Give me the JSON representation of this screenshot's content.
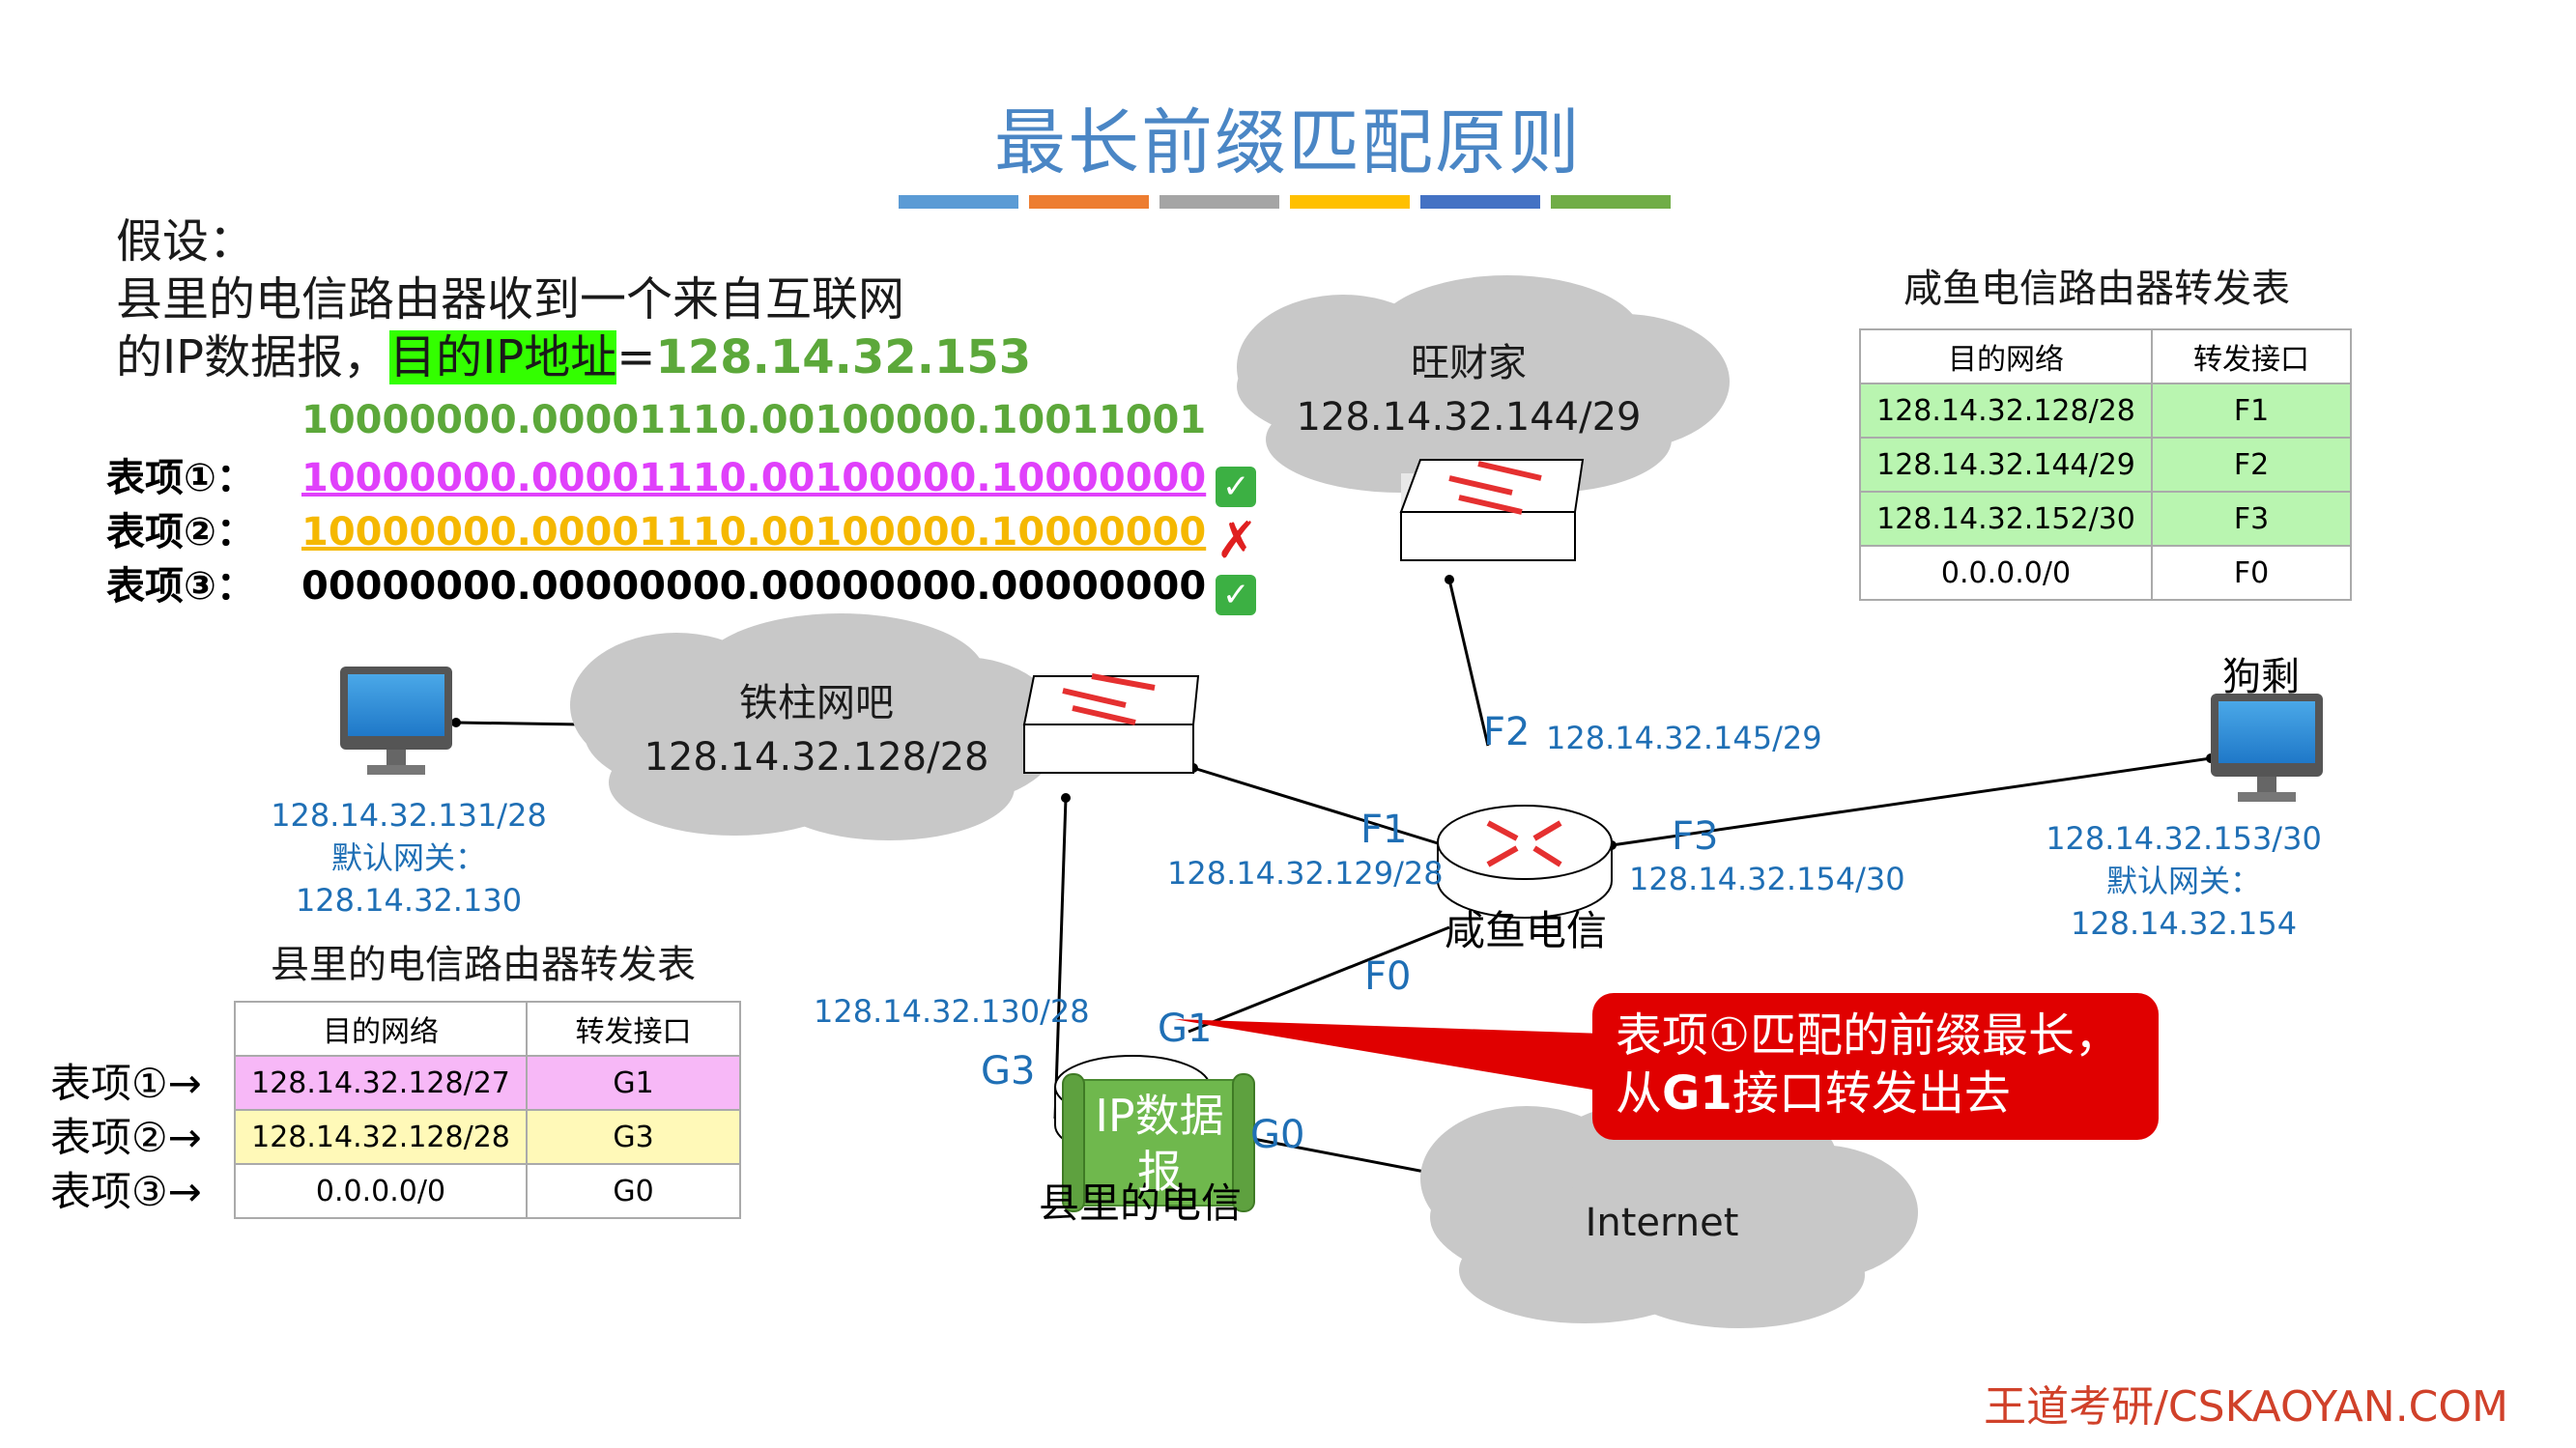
{
  "title": "最长前缀匹配原则",
  "title_bar_colors": [
    "#5b9bd5",
    "#ed7d31",
    "#a5a5a5",
    "#ffc000",
    "#4472c4",
    "#70ad47"
  ],
  "assumption": {
    "line1": "假设：",
    "line2": "县里的电信路由器收到一个来自互联网",
    "line3_prefix": "的IP数据报，",
    "dest_label": "目的IP地址",
    "dest_eq": "=",
    "dest_ip": "128.14.32.153"
  },
  "binary": {
    "dest": "10000000.00001110.00100000.10011001",
    "entries": [
      {
        "label": "表项①：",
        "value": "10000000.00001110.00100000.10000000",
        "color": "#e040fb",
        "result": "✓"
      },
      {
        "label": "表项②：",
        "value": "10000000.00001110.00100000.10000000",
        "color": "#f5b800",
        "result": "✗"
      },
      {
        "label": "表项③：",
        "value": "00000000.00000000.00000000.00000000",
        "color": "#000000",
        "result": "✓"
      }
    ]
  },
  "networks": {
    "wangcaijia": {
      "name": "旺财家",
      "cidr": "128.14.32.144/29"
    },
    "tiezhu": {
      "name": "铁柱网吧",
      "cidr": "128.14.32.128/28"
    },
    "internet": {
      "name": "Internet"
    }
  },
  "hosts": {
    "left": {
      "ip": "128.14.32.131/28",
      "gateway": "默认网关：128.14.32.130"
    },
    "right": {
      "name": "狗剩",
      "ip": "128.14.32.153/30",
      "gateway": "默认网关：128.14.32.154"
    }
  },
  "routers": {
    "xianyu": {
      "name": "咸鱼电信",
      "f1": "F1",
      "f1_ip": "128.14.32.129/28",
      "f2": "F2",
      "f2_ip": "128.14.32.145/29",
      "f3": "F3",
      "f3_ip": "128.14.32.154/30",
      "f0": "F0"
    },
    "county": {
      "name": "县里的电信",
      "g1": "G1",
      "g3": "G3",
      "g0": "G0",
      "g3_ip": "128.14.32.130/28"
    }
  },
  "packet": {
    "label": "IP数据报"
  },
  "xianyu_table": {
    "title": "咸鱼电信路由器转发表",
    "headers": [
      "目的网络",
      "转发接口"
    ],
    "rows": [
      [
        "128.14.32.128/28",
        "F1"
      ],
      [
        "128.14.32.144/29",
        "F2"
      ],
      [
        "128.14.32.152/30",
        "F3"
      ],
      [
        "0.0.0.0/0",
        "F0"
      ]
    ]
  },
  "county_table": {
    "title": "县里的电信路由器转发表",
    "headers": [
      "目的网络",
      "转发接口"
    ],
    "row_labels": [
      "表项①→",
      "表项②→",
      "表项③→"
    ],
    "rows": [
      [
        "128.14.32.128/27",
        "G1"
      ],
      [
        "128.14.32.128/28",
        "G3"
      ],
      [
        "0.0.0.0/0",
        "G0"
      ]
    ]
  },
  "callout": {
    "line1": "表项①匹配的前缀最长，",
    "line2_prefix": "从",
    "line2_bold": "G1",
    "line2_suffix": "接口转发出去"
  },
  "footer": "王道考研/CSKAOYAN.COM"
}
